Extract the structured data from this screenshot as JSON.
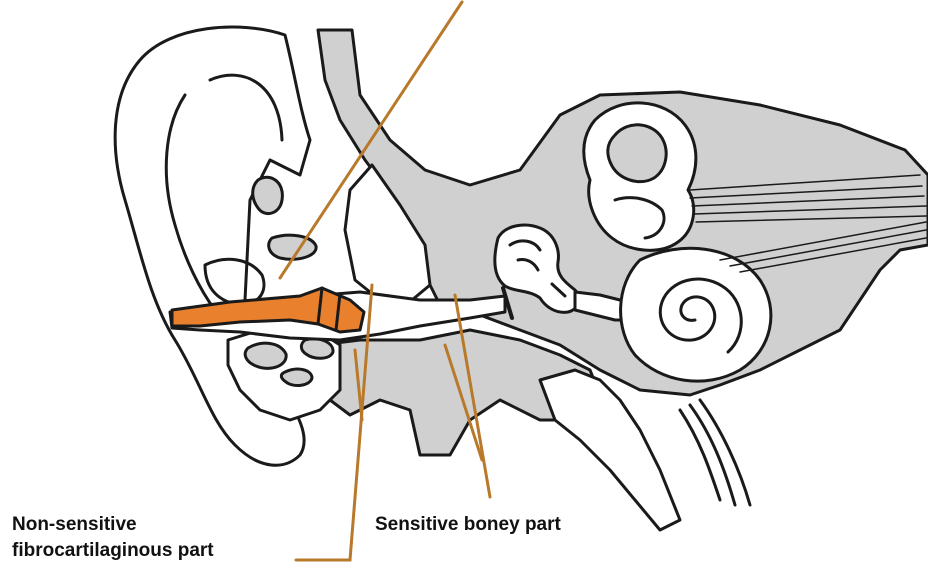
{
  "labels": {
    "non_sensitive_line1": "Non-sensitive",
    "non_sensitive_line2": "fibrocartilaginous part",
    "sensitive": "Sensitive boney part"
  },
  "colors": {
    "leader_line": "#b87a2a",
    "highlight_fill": "#e8802e",
    "bone_fill": "#d0d0d0",
    "outline": "#1a1a1a",
    "background": "#ffffff"
  }
}
